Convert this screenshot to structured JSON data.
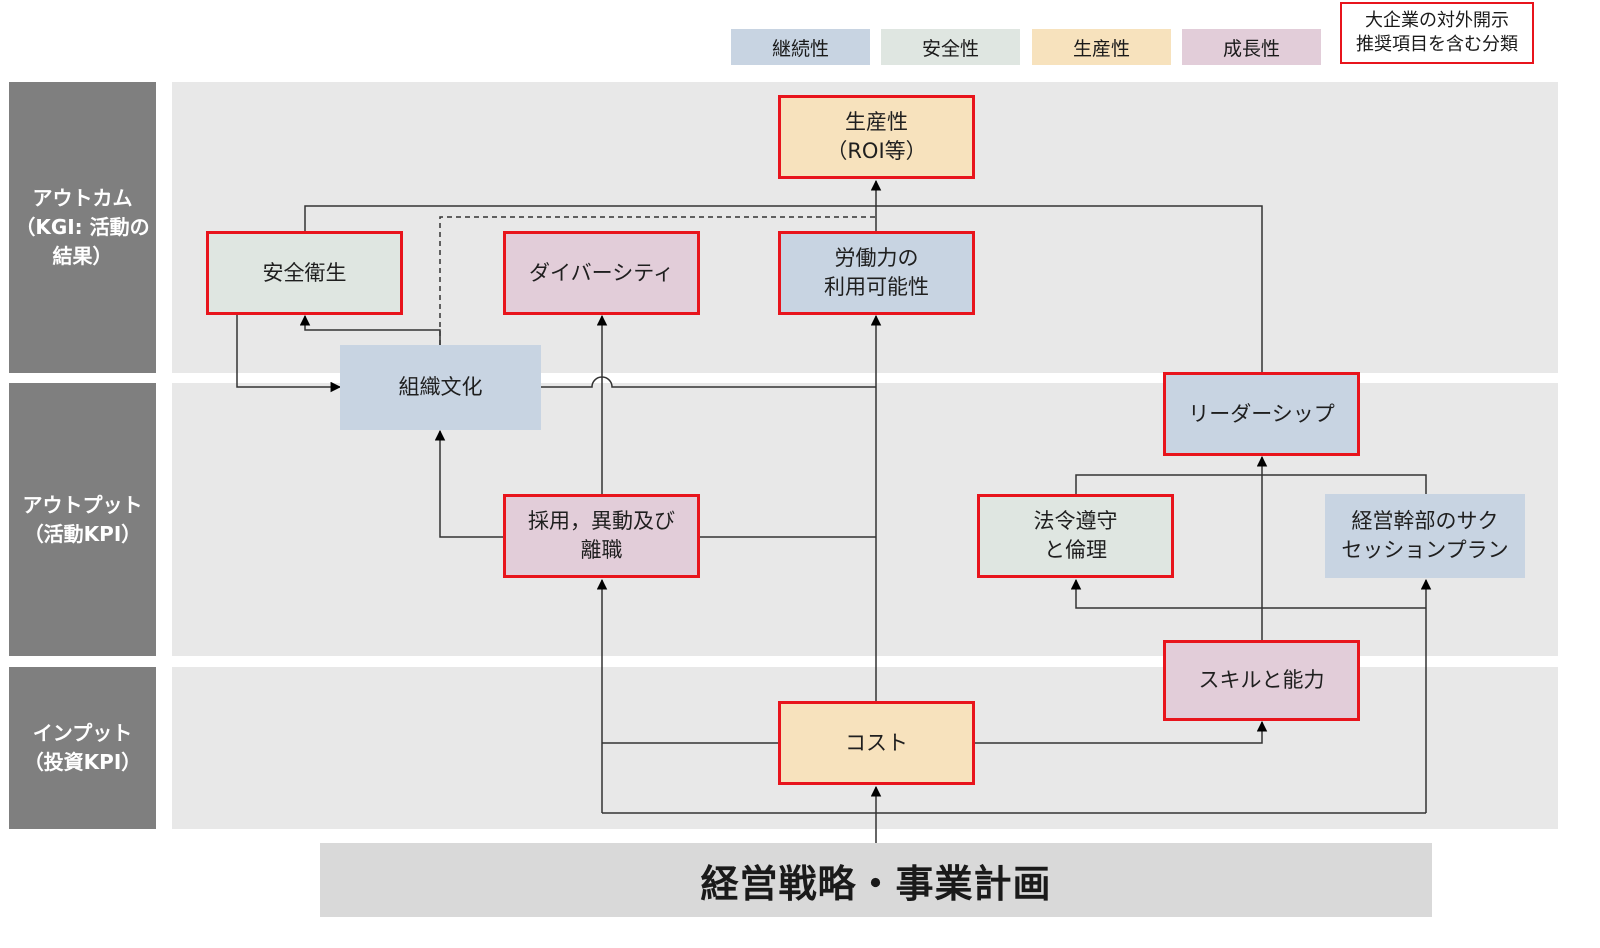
{
  "legend": {
    "items": [
      {
        "label": "継続性",
        "color": "#c8d4e2"
      },
      {
        "label": "安全性",
        "color": "#dfe6e1"
      },
      {
        "label": "生産性",
        "color": "#f7e2bd"
      },
      {
        "label": "成長性",
        "color": "#e2cdd9"
      }
    ],
    "note_line1": "大企業の対外開示",
    "note_line2": "推奨項目を含む分類",
    "note_border_color": "#e8141c"
  },
  "rows": {
    "outcome": {
      "line1": "アウトカム",
      "line2": "（KGI: 活動の",
      "line3": "結果）"
    },
    "output": {
      "line1": "アウトプット",
      "line2": "（活動KPI）"
    },
    "input": {
      "line1": "インプット",
      "line2": "（投資KPI）"
    }
  },
  "nodes": {
    "productivity": {
      "line1": "生産性",
      "line2": "（ROI等）",
      "category": "生産性",
      "highlight": true
    },
    "safety": {
      "line1": "安全衛生",
      "category": "安全性",
      "highlight": true
    },
    "diversity": {
      "line1": "ダイバーシティ",
      "category": "成長性",
      "highlight": true
    },
    "labor": {
      "line1": "労働力の",
      "line2": "利用可能性",
      "category": "継続性",
      "highlight": true
    },
    "culture": {
      "line1": "組織文化",
      "category": "継続性",
      "highlight": false
    },
    "leadership": {
      "line1": "リーダーシップ",
      "category": "継続性",
      "highlight": true
    },
    "hiring": {
      "line1": "採用，異動及び",
      "line2": "離職",
      "category": "成長性",
      "highlight": true
    },
    "compliance": {
      "line1": "法令遵守",
      "line2": "と倫理",
      "category": "安全性",
      "highlight": true
    },
    "succession": {
      "line1": "経営幹部のサク",
      "line2": "セッションプラン",
      "category": "継続性",
      "highlight": false
    },
    "skills": {
      "line1": "スキルと能力",
      "category": "成長性",
      "highlight": true
    },
    "cost": {
      "line1": "コスト",
      "category": "生産性",
      "highlight": true
    }
  },
  "foundation": {
    "label": "経営戦略・事業計画"
  }
}
